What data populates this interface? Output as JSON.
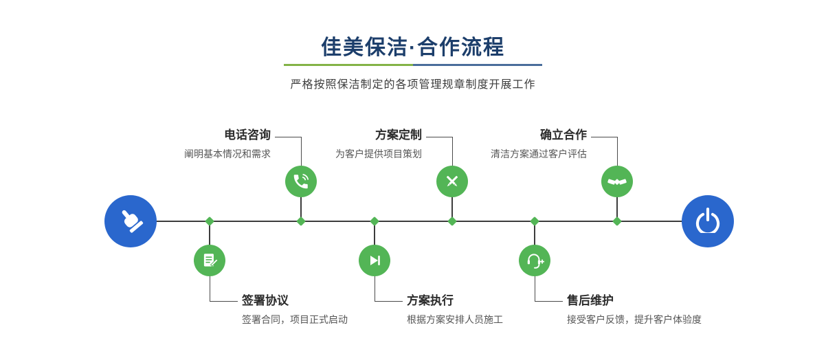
{
  "header": {
    "title": "佳美保洁·合作流程",
    "subtitle": "严格按照保洁制定的各项管理规章制度开展工作"
  },
  "steps": [
    {
      "title": "电话咨询",
      "desc": "阐明基本情况和需求",
      "icon": "phone-icon"
    },
    {
      "title": "方案定制",
      "desc": "为客户提供项目策划",
      "icon": "pencil-icon"
    },
    {
      "title": "确立合作",
      "desc": "清洁方案通过客户评估",
      "icon": "handshake-icon"
    },
    {
      "title": "签署协议",
      "desc": "签署合同，项目正式启动",
      "icon": "contract-icon"
    },
    {
      "title": "方案执行",
      "desc": "根据方案安排人员施工",
      "icon": "play-icon"
    },
    {
      "title": "售后维护",
      "desc": "接受客户反馈，提升客户体验度",
      "icon": "headset-icon"
    }
  ],
  "endpoints": {
    "start_icon": "pointer-hand-icon",
    "end_icon": "power-icon"
  },
  "colors": {
    "accent_green": "#53b556",
    "accent_blue": "#2a67cd",
    "title_navy": "#1c3e6b",
    "divider_green": "#83b347",
    "divider_blue": "#4a6d9b"
  }
}
